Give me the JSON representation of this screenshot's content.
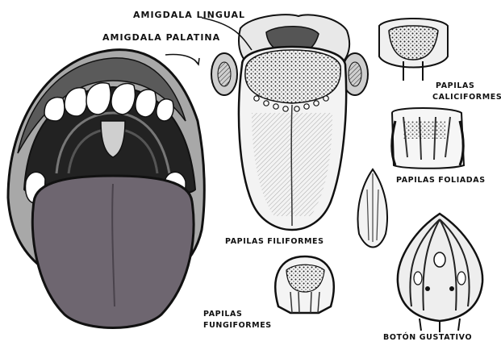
{
  "labels": {
    "amigdala_lingual": "AMIGDALA LINGUAL",
    "amigdala_palatina": "AMIGDALA PALATINA",
    "papilas_caliciformes": [
      "PAPILAS",
      "CALICIFORMES"
    ],
    "papilas_foliadas": "PAPILAS FOLIADAS",
    "papilas_filiformes": "PAPILAS FILIFORMES",
    "papilas_fungiformes": [
      "PAPILAS",
      "FUNGIFORMES"
    ],
    "boton_gustativo": "BOTÓN GUSTATIVO"
  },
  "colors": {
    "ink": "#111111",
    "tongue_fill": "#6e6670",
    "lip_fill": "#a8a8a8",
    "skin_fill": "#d6d6d6",
    "background": "#ffffff"
  }
}
